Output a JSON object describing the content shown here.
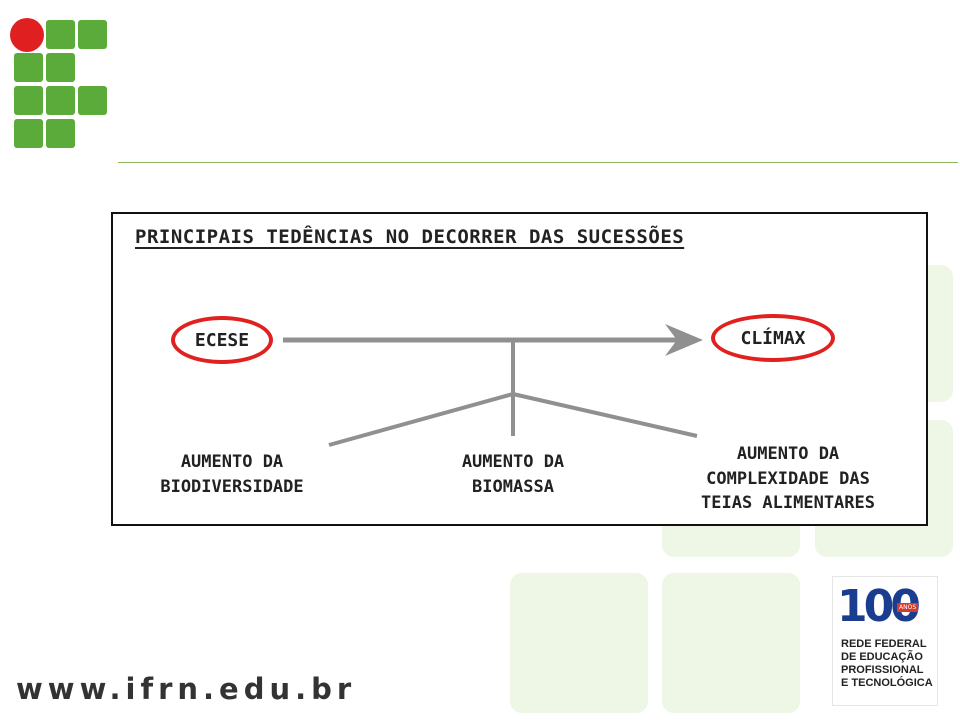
{
  "diagram": {
    "title": "PRINCIPAIS TEDÊNCIAS NO DECORRER DAS SUCESSÕES",
    "start_node": "ECESE",
    "end_node": "CLÍMAX",
    "outcomes": [
      [
        "AUMENTO DA",
        "BIODIVERSIDADE"
      ],
      [
        "AUMENTO DA",
        "BIOMASSA"
      ],
      [
        "AUMENTO DA",
        "COMPLEXIDADE DAS",
        "TEIAS ALIMENTARES"
      ]
    ],
    "colors": {
      "highlight_ellipse": "#e0211d",
      "arrow": "#909090",
      "text": "#222222"
    }
  },
  "footer": {
    "website": "www.ifrn.edu.br"
  },
  "badge": {
    "number": "100",
    "anos": "ANOS",
    "lines": [
      "REDE FEDERAL",
      "DE EDUCAÇÃO",
      "PROFISSIONAL",
      "E TECNOLÓGICA"
    ]
  },
  "brand": {
    "green": "#5bab3b",
    "red": "#e02020",
    "light_green": "#eef6e6"
  }
}
